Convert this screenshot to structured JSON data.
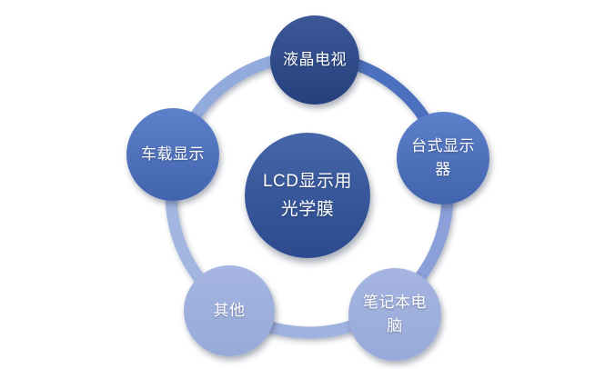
{
  "diagram": {
    "type": "radial-cycle",
    "background": "#FFFFFF",
    "center": {
      "label": "LCD显示用光学膜",
      "line1": "LCD显示用",
      "line2": "光学膜",
      "color_top": "#4566A9",
      "color_bottom": "#2C4A8D",
      "text_color": "#FFFFFF"
    },
    "nodes": [
      {
        "id": "lcd-tv",
        "label": "液晶电视",
        "position": "top",
        "color_top": "#3C5896",
        "color_bottom": "#25407D",
        "text_color": "#FFFFFF"
      },
      {
        "id": "desktop-monitor",
        "label": "台式显示器",
        "position": "right",
        "color_top": "#5D80CA",
        "color_bottom": "#4263AE",
        "text_color": "#FFFFFF"
      },
      {
        "id": "laptop",
        "label": "笔记本电脑",
        "position": "bottom-right",
        "color_top": "#A6B5E1",
        "color_bottom": "#97AAD9",
        "text_color": "#FFFFFF"
      },
      {
        "id": "other",
        "label": "其他",
        "position": "bottom-left",
        "color_top": "#A6B5E1",
        "color_bottom": "#97AAD9",
        "text_color": "#FFFFFF"
      },
      {
        "id": "vehicle-display",
        "label": "车载显示",
        "position": "left",
        "color_top": "#5D80CA",
        "color_bottom": "#4263AE",
        "text_color": "#FFFFFF"
      }
    ],
    "ring": {
      "segments": [
        {
          "from": "液晶电视",
          "to": "台式显示器",
          "color": "#4C70BD"
        },
        {
          "from": "台式显示器",
          "to": "笔记本电脑",
          "color": "#8BA0D8"
        },
        {
          "from": "笔记本电脑",
          "to": "其他",
          "color": "#A0B2DF"
        },
        {
          "from": "其他",
          "to": "车载显示",
          "color": "#A3B6E0"
        },
        {
          "from": "车载显示",
          "to": "液晶电视",
          "color": "#93AADD"
        }
      ]
    }
  }
}
